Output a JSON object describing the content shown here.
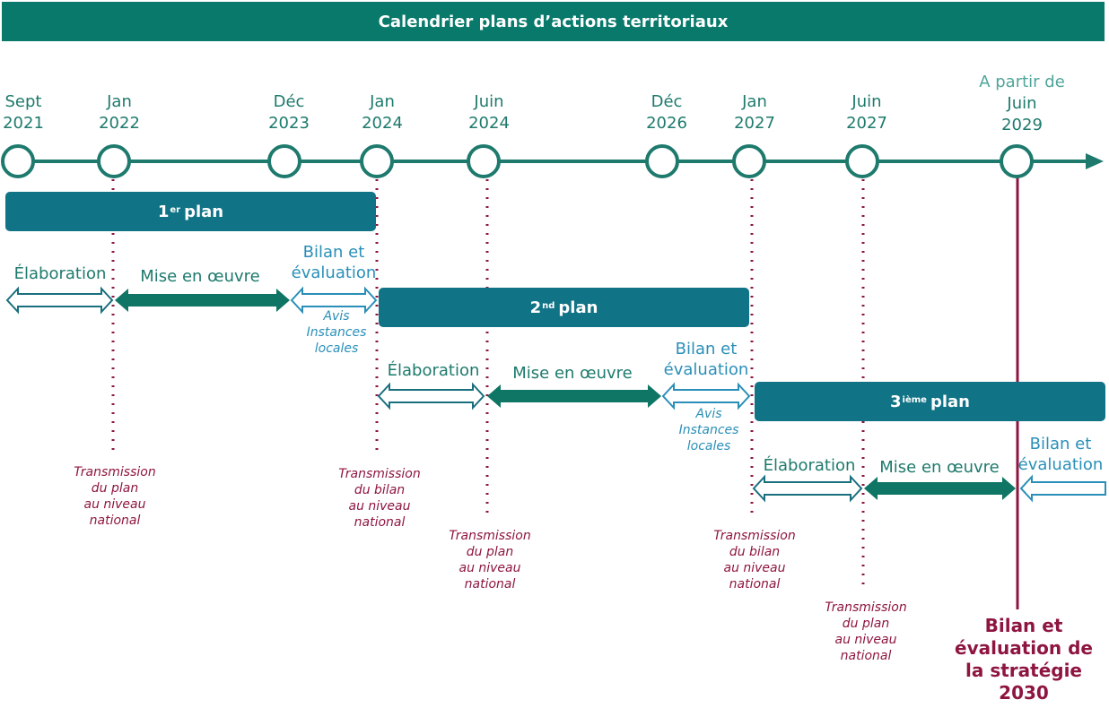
{
  "title": "Calendrier plans d’actions territoriaux",
  "dates": [
    {
      "line1": "Sept",
      "line2": "2021"
    },
    {
      "line1": "Jan",
      "line2": "2022"
    },
    {
      "line1": "Déc",
      "line2": "2023"
    },
    {
      "line1": "Jan",
      "line2": "2024"
    },
    {
      "line1": "Juin",
      "line2": "2024"
    },
    {
      "line1": "Déc",
      "line2": "2026"
    },
    {
      "line1": "Jan",
      "line2": "2027"
    },
    {
      "line1": "Juin",
      "line2": "2027"
    },
    {
      "line0": "A partir de",
      "line1": "Juin",
      "line2": "2029"
    }
  ],
  "plans": [
    {
      "num": "1",
      "sup": "er",
      "label": "plan"
    },
    {
      "num": "2",
      "sup": "nd",
      "label": "plan"
    },
    {
      "num": "3",
      "sup": "ième",
      "label": "plan"
    }
  ],
  "phases": {
    "elaboration": "Élaboration",
    "mise_en_oeuvre": "Mise en œuvre",
    "bilan_line1": "Bilan et",
    "bilan_line2": "évaluation"
  },
  "avis": {
    "line1": "Avis",
    "line2": "Instances",
    "line3": "locales"
  },
  "transmissions": {
    "plan": {
      "line1": "Transmission",
      "line2": "du plan",
      "line3": "au niveau",
      "line4": "national"
    },
    "bilan": {
      "line1": "Transmission",
      "line2": "du bilan",
      "line3": "au niveau",
      "line4": "national"
    }
  },
  "final": {
    "line1": "Bilan et",
    "line2": "évaluation de",
    "line3": "la stratégie",
    "line4": "2030"
  },
  "colors": {
    "header": "#08796b",
    "timeline": "#1e7a6d",
    "plan_box": "#117386",
    "implementation_arrow": "#0f7565",
    "elaboration_arrow": "#1a6f7e",
    "bilan_arrow": "#2a8fb8",
    "transmission": "#8e1540"
  }
}
